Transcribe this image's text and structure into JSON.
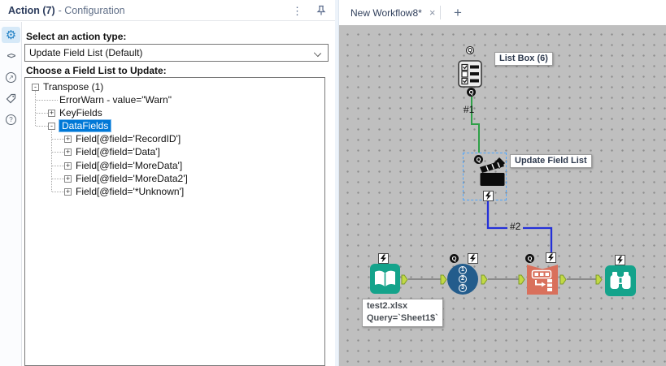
{
  "panel": {
    "title_bold": "Action (7)",
    "title_rest": "- Configuration",
    "kebab_icon": "⋮",
    "toolbar": {
      "gear_icon": "⚙",
      "code_icon": "<>",
      "open_icon": "↗",
      "help_icon": "?"
    },
    "action_type_label": "Select an action type:",
    "action_type_value": "Update Field List (Default)",
    "field_list_label": "Choose a Field List to Update:",
    "tree": {
      "items": [
        {
          "label": "Transpose (1)",
          "expander": "-"
        },
        {
          "label": "ErrorWarn - value=\"Warn\"",
          "expander": ""
        },
        {
          "label": "KeyFields",
          "expander": "+"
        },
        {
          "label": "DataFields",
          "expander": "-",
          "selected": true
        },
        {
          "label": "Field[@field='RecordID']",
          "expander": "+"
        },
        {
          "label": "Field[@field='Data']",
          "expander": "+"
        },
        {
          "label": "Field[@field='MoreData']",
          "expander": "+"
        },
        {
          "label": "Field[@field='MoreData2']",
          "expander": "+"
        },
        {
          "label": "Field[@field='*Unknown']",
          "expander": "+"
        }
      ]
    }
  },
  "tabs": {
    "active_label": "New Workflow8*",
    "close_icon": "×",
    "new_tab_icon": "+"
  },
  "canvas": {
    "anchor_q": "Q",
    "listbox_annotation": "List Box (6)",
    "action_annotation": "Update Field List",
    "input_annotation_line1": "test2.xlsx",
    "input_annotation_line2": "Query=`Sheet1$`",
    "connection1_label": "#1",
    "connection2_label": "#2",
    "record_id_numbers": [
      "1",
      "2",
      "3"
    ],
    "colors": {
      "canvas_bg": "#bfbfbf",
      "teal_tool": "#14a38b",
      "record_id_blue": "#235c8c",
      "transpose_orange": "#d9705c",
      "anchor_green": "#c2d944",
      "connection_gray": "#8a8a8a",
      "connection_green": "#2fa048",
      "connection_blue": "#2430d8",
      "selection_dash": "#4da6ff",
      "tree_selection": "#0078d7"
    }
  }
}
